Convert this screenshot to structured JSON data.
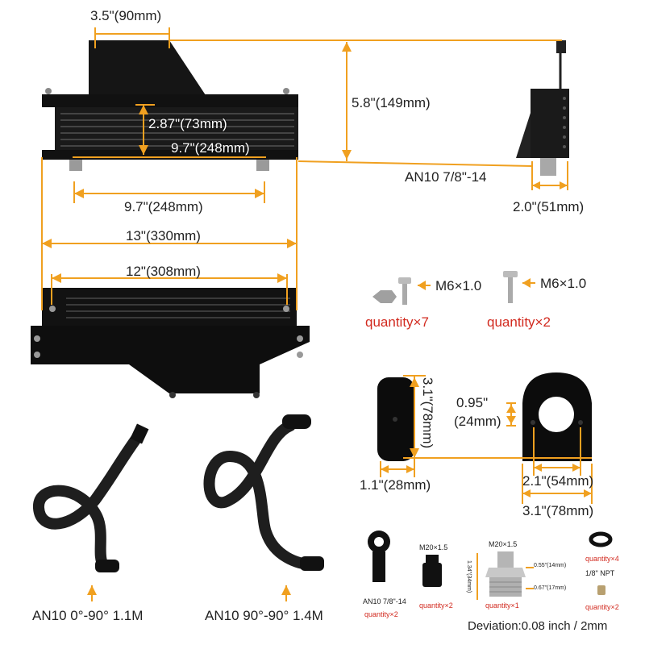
{
  "colors": {
    "dimension_line": "#f0a020",
    "quantity_text": "#d22a1f",
    "part_black": "#111111",
    "metal": "#b8b8b8"
  },
  "dimensions": {
    "bracket_width": "3.5\"(90mm)",
    "total_height": "5.8\"(149mm)",
    "core_height": "2.87\"(73mm)",
    "core_width_inner": "9.7\"(248mm)",
    "core_width_lower": "9.7\"(248mm)",
    "overall_width": "13\"(330mm)",
    "hole_spacing": "12\"(308mm)",
    "port_size": "AN10 7/8\"-14",
    "side_depth": "2.0\"(51mm)",
    "adapter_height": "3.1\"(78mm)",
    "adapter_hole": "0.95\"",
    "adapter_hole_mm": "(24mm)",
    "adapter_thickness": "1.1\"(28mm)",
    "adapter_inner_width": "2.1\"(54mm)",
    "adapter_outer_width": "3.1\"(78mm)"
  },
  "hardware": [
    {
      "label": "M6×1.0",
      "quantity": "quantity×7"
    },
    {
      "label": "M6×1.0",
      "quantity": "quantity×2"
    }
  ],
  "hoses": [
    {
      "label": "AN10 0°-90° 1.1M"
    },
    {
      "label": "AN10 90°-90° 1.4M"
    }
  ],
  "fittings": {
    "banjo": {
      "label": "AN10 7/8\"-14",
      "quantity": "quantity×2"
    },
    "bolt": {
      "label": "M20×1.5",
      "quantity": "quantity×2"
    },
    "sandwich": {
      "label": "M20×1.5",
      "dim_a": "0.55\"(14mm)",
      "dim_b": "0.67\"(17mm)",
      "dim_h": "1.34\"(34mm)",
      "quantity": "quantity×1"
    },
    "oring": {
      "quantity": "quantity×4"
    },
    "plug": {
      "label": "1/8\" NPT",
      "quantity": "quantity×2"
    }
  },
  "deviation": "Deviation:0.08 inch / 2mm"
}
